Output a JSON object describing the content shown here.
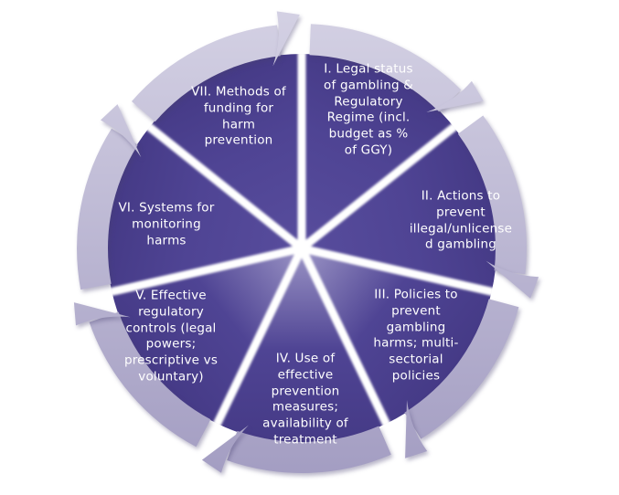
{
  "diagram": {
    "type": "segmented-cycle",
    "direction": "clockwise",
    "segment_count": 7,
    "segments": [
      {
        "id": "I",
        "tip": "dark",
        "lines": [
          "I. Legal status",
          "of gambling &",
          "Regulatory",
          "Regime (incl.",
          "budget as %",
          "of GGY)"
        ]
      },
      {
        "id": "II",
        "tip": "dark",
        "lines": [
          "II. Actions to",
          "prevent",
          "illegal/unlicense",
          "d gambling"
        ]
      },
      {
        "id": "III",
        "tip": "light",
        "lines": [
          "III. Policies to",
          "prevent",
          "gambling",
          "harms; multi-",
          "sectorial",
          "policies"
        ]
      },
      {
        "id": "IV",
        "tip": "light",
        "lines": [
          "IV. Use of",
          "effective",
          "prevention",
          "measures;",
          "availability of",
          "treatment"
        ]
      },
      {
        "id": "V",
        "tip": "light",
        "lines": [
          "V. Effective",
          "regulatory",
          "controls (legal",
          "powers;",
          "prescriptive vs",
          "voluntary)"
        ]
      },
      {
        "id": "VI",
        "tip": "dark",
        "lines": [
          "VI. Systems for",
          "monitoring",
          "harms"
        ]
      },
      {
        "id": "VII",
        "tip": "dark",
        "lines": [
          "VII. Methods of",
          "funding for",
          "harm",
          "prevention"
        ]
      }
    ],
    "colors": {
      "wedge_dark": "#453a86",
      "wedge_mid": "#4f4494",
      "wedge_tip_light": "#968fc2",
      "wedge_tip_dark": "#574c9c",
      "band_light": "#d3d0e3",
      "band_dark": "#a39dc2",
      "divider": "#ffffff",
      "label_text": "#ffffff",
      "background": "#ffffff"
    }
  }
}
